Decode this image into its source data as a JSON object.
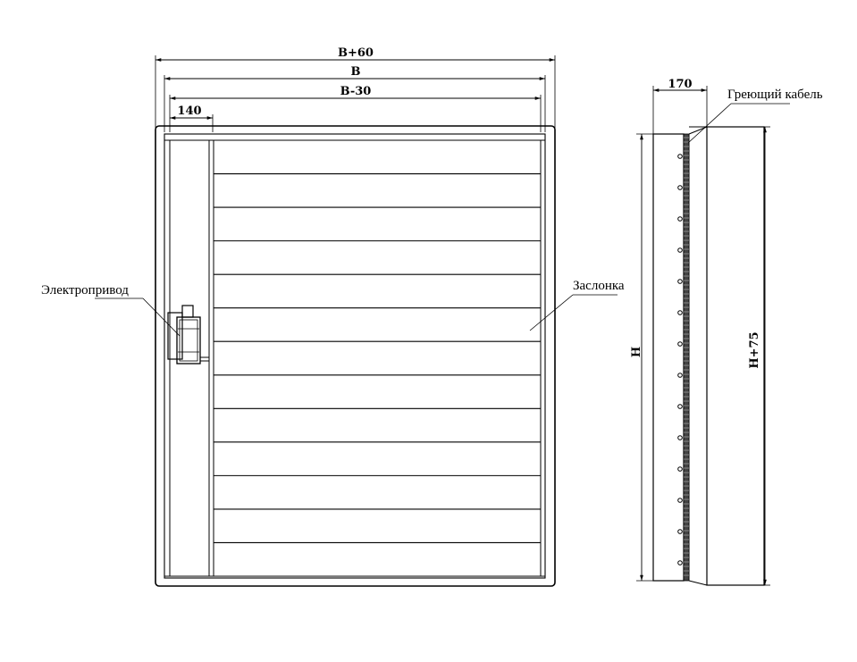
{
  "dimensions": {
    "outer_width": "B+60",
    "width": "B",
    "inner_width": "B-30",
    "actuator_section": "140",
    "side_depth": "170",
    "height": "H",
    "outer_height": "H+75"
  },
  "labels": {
    "actuator": "Электропривод",
    "damper": "Заслонка",
    "heating_cable": "Греющий кабель"
  },
  "slat_count": 13,
  "bolt_count": 14
}
